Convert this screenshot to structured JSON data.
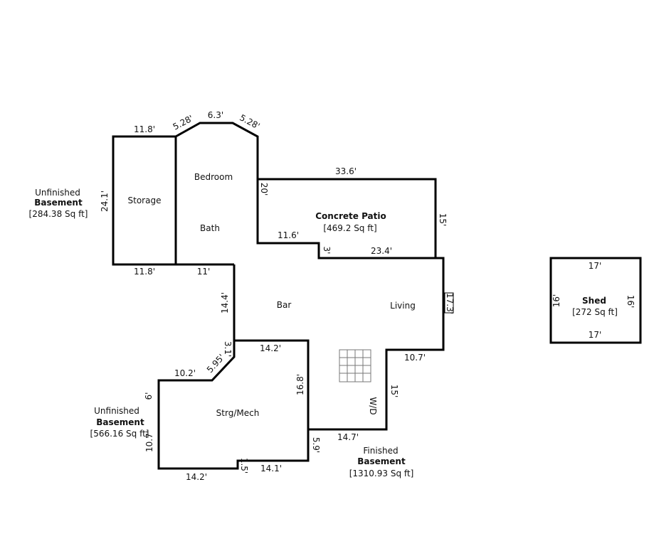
{
  "rooms": {
    "storage": "Storage",
    "bedroom": "Bedroom",
    "bath": "Bath",
    "bar": "Bar",
    "living": "Living",
    "strg_mech": "Strg/Mech",
    "wd": "W/D"
  },
  "areas": {
    "unfinished_basement_1": {
      "line1": "Unfinished",
      "line2": "Basement",
      "line3": "[284.38 Sq ft]"
    },
    "unfinished_basement_2": {
      "line1": "Unfinished",
      "line2": "Basement",
      "line3": "[566.16 Sq ft]"
    },
    "finished_basement": {
      "line1": "Finished",
      "line2": "Basement",
      "line3": "[1310.93 Sq ft]"
    },
    "concrete_patio": {
      "name": "Concrete Patio",
      "area": "[469.2 Sq ft]"
    },
    "shed": {
      "name": "Shed",
      "area": "[272 Sq ft]"
    }
  },
  "dimensions": {
    "storage_top": "11.8'",
    "bed_bevel_left": "5.28'",
    "bed_top": "6.3'",
    "bed_bevel_right": "5.28'",
    "storage_left": "24.1'",
    "patio_top": "33.6'",
    "patio_left": "20'",
    "patio_right": "15'",
    "patio_bottom_left": "11.6'",
    "patio_step": "3'",
    "patio_bottom_right": "23.4'",
    "storage_bottom": "11.8'",
    "bath_bottom": "11'",
    "bar_left": "14.4'",
    "living_right": "17.3'",
    "bar_step": "3.1'",
    "strg_top": "14.2'",
    "living_bottom": "10.7'",
    "strg_bevel": "5.95'",
    "strg_left_top": "10.2'",
    "strg_right": "16.8'",
    "strg_left_short": "6'",
    "wd_right": "15'",
    "strg_left": "10.7'",
    "wd_bottom": "14.7'",
    "strg_right_low": "5.9'",
    "strg_notch": "1.5'",
    "strg_bottom_right": "14.1'",
    "strg_bottom_left": "14.2'",
    "shed_top": "17'",
    "shed_left": "16'",
    "shed_right": "16'",
    "shed_bottom": "17'"
  }
}
